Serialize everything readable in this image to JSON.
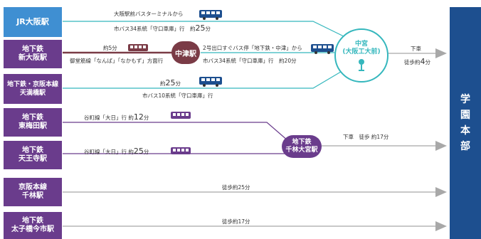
{
  "colors": {
    "jr_blue": "#3f8fd2",
    "subway_purple": "#6a3c8c",
    "nakatsu_brown": "#7a3b46",
    "teal": "#35b7bd",
    "arrow_gray": "#a8a8a8",
    "dest_blue": "#1d4f8f",
    "bus_blue": "#1d4f8f"
  },
  "stations": {
    "jr_osaka": [
      "JR大阪駅"
    ],
    "shin_osaka": [
      "地下鉄",
      "新大阪駅"
    ],
    "tenma": [
      "地下鉄・京阪本線",
      "天満橋駅"
    ],
    "higashi_umeda": [
      "地下鉄",
      "東梅田駅"
    ],
    "tennoji": [
      "地下鉄",
      "天王寺駅"
    ],
    "senbayashi": [
      "京阪本線",
      "千林駅"
    ],
    "taishibashi": [
      "地下鉄",
      "太子橋今市駅"
    ]
  },
  "nodes": {
    "nakatsu": "中津駅",
    "nakamiya": [
      "中宮",
      "(大阪工大前)"
    ],
    "senbayashi_omiya": [
      "地下鉄",
      "千林大宮駅"
    ]
  },
  "labels": {
    "jr_bus_1": "大阪駅前バスターミナルから",
    "jr_bus_2": "市バス34系統「守口車庫」行　約",
    "jr_bus_min": "25",
    "minute": "分",
    "shin_train_time": "約5分",
    "shin_note": "御堂筋線「なんば」「なかもず」方面行",
    "nakatsu_bus_1": "2号出口すぐバス停「地下鉄・中津」から",
    "nakatsu_bus_2": "市バス34系統「守口車庫」行　約20分",
    "get_off": "下車",
    "walk_prefix": "徒歩約",
    "walk_4": "4",
    "tenma_time_prefix": "約",
    "tenma_time_num": "25",
    "tenma_route": "市バス10系統「守口車庫」行",
    "umeda_route": "谷町線「大日」行",
    "umeda_time_prefix": "約",
    "umeda_time_num": "12",
    "tennoji_route": "谷町線「大日」行",
    "tennoji_time_prefix": "約",
    "tennoji_time_num": "25",
    "senbayashi_walk": "下車　徒歩",
    "senbayashi_walk_time": "約17分",
    "senbayashi_st_walk": "徒歩約25分",
    "taishibashi_walk": "徒歩約17分"
  },
  "destination": [
    "学",
    "園",
    "本",
    "部"
  ]
}
